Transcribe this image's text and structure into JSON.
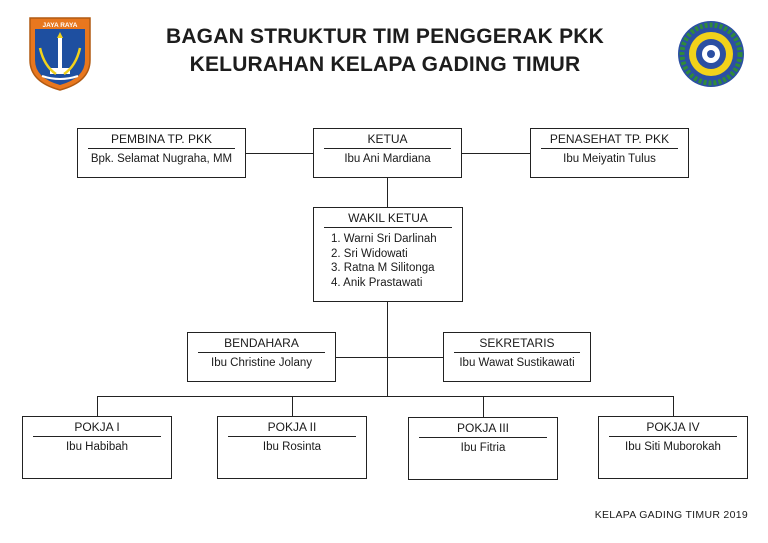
{
  "title": {
    "line1": "BAGAN STRUKTUR TIM PENGGERAK PKK",
    "line2": "KELURAHAN KELAPA GADING TIMUR"
  },
  "logo_left": {
    "icon": "jakarta-emblem-icon",
    "text": "JAYA RAYA"
  },
  "logo_right": {
    "icon": "pkk-emblem-icon"
  },
  "nodes": {
    "pembina": {
      "role": "PEMBINA TP. PKK",
      "name": "Bpk. Selamat Nugraha, MM"
    },
    "ketua": {
      "role": "KETUA",
      "name": "Ibu Ani Mardiana"
    },
    "penasehat": {
      "role": "PENASEHAT TP. PKK",
      "name": "Ibu Meiyatin Tulus"
    },
    "wakil": {
      "role": "WAKIL KETUA",
      "members": [
        "1. Warni Sri Darlinah",
        "2. Sri Widowati",
        "3. Ratna M Silitonga",
        "4. Anik Prastawati"
      ]
    },
    "bendahara": {
      "role": "BENDAHARA",
      "name": "Ibu Christine Jolany"
    },
    "sekretaris": {
      "role": "SEKRETARIS",
      "name": "Ibu Wawat Sustikawati"
    },
    "pokja1": {
      "role": "POKJA I",
      "name": "Ibu Habibah"
    },
    "pokja2": {
      "role": "POKJA II",
      "name": "Ibu Rosinta"
    },
    "pokja3": {
      "role": "POKJA III",
      "name": "Ibu Fitria"
    },
    "pokja4": {
      "role": "POKJA IV",
      "name": "Ibu Siti Muborokah"
    }
  },
  "footer": "KELAPA GADING TIMUR 2019",
  "colors": {
    "jakarta_orange": "#e8771e",
    "jakarta_blue": "#1e4fa0",
    "pkk_blue": "#2b4fa3",
    "pkk_green": "#2f8a3b",
    "pkk_yellow": "#f2d21a"
  }
}
